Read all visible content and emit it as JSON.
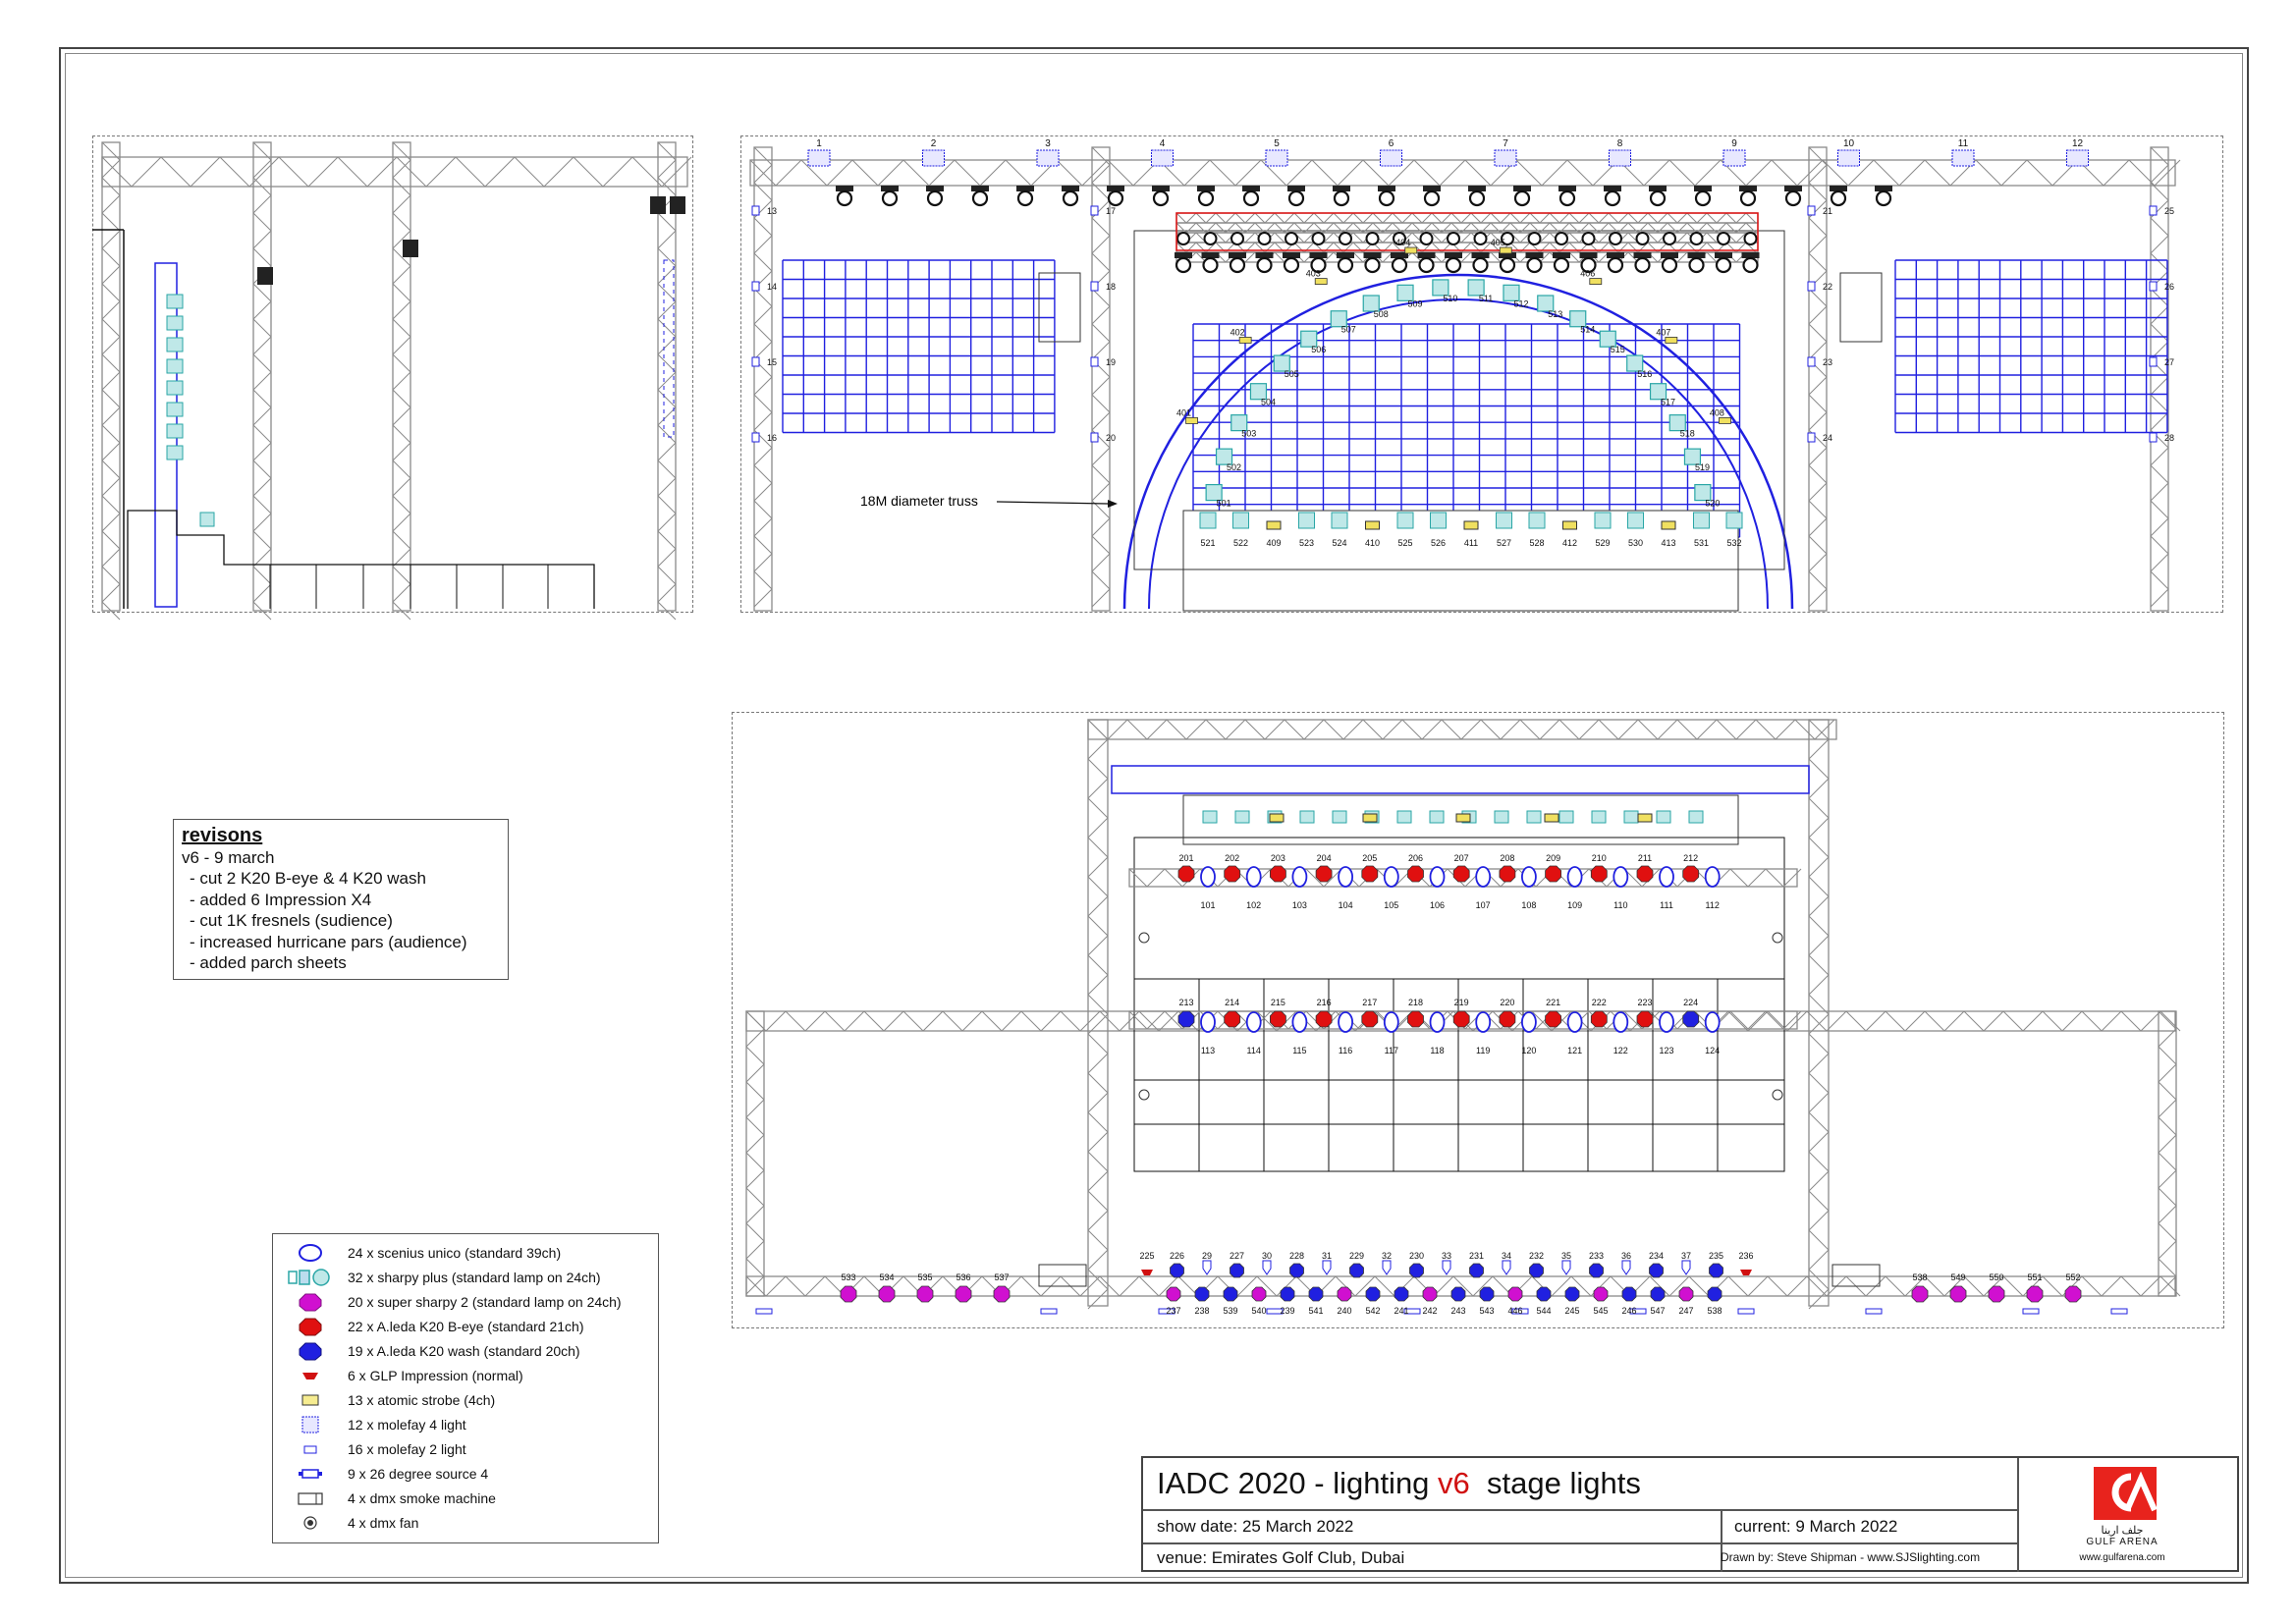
{
  "revisions": {
    "title": "revisons",
    "version": "v6 - 9 march",
    "items": [
      "- cut 2 K20 B-eye & 4 K20 wash",
      "- added 6 Impression X4",
      "- cut 1K fresnels (sudience)",
      "- increased hurricane pars (audience)",
      "- added parch sheets"
    ]
  },
  "legend": [
    {
      "icon": "scenius-unico-icon",
      "label": "24 x scenius unico (standard 39ch)"
    },
    {
      "icon": "sharpy-plus-icon",
      "label": "32 x sharpy plus (standard lamp on 24ch)"
    },
    {
      "icon": "super-sharpy-icon",
      "label": "20 x super sharpy 2 (standard lamp on 24ch)"
    },
    {
      "icon": "k20-beye-icon",
      "label": "22 x A.leda K20 B-eye (standard 21ch)"
    },
    {
      "icon": "k20-wash-icon",
      "label": "19 x A.leda K20 wash (standard 20ch)"
    },
    {
      "icon": "glp-impression-icon",
      "label": "6 x GLP Impression (normal)"
    },
    {
      "icon": "atomic-strobe-icon",
      "label": "13 x atomic strobe (4ch)"
    },
    {
      "icon": "molefay-4-icon",
      "label": "12 x molefay 4 light"
    },
    {
      "icon": "molefay-2-icon",
      "label": "16 x molefay 2 light"
    },
    {
      "icon": "source-4-icon",
      "label": "9 x 26 degree source 4"
    },
    {
      "icon": "smoke-machine-icon",
      "label": "4 x dmx smoke machine"
    },
    {
      "icon": "dmx-fan-icon",
      "label": "4 x dmx fan"
    }
  ],
  "annotation": "18M diameter truss",
  "front_view": {
    "top_molefay_nums": [
      "1",
      "2",
      "3",
      "4",
      "5",
      "6",
      "7",
      "8",
      "9",
      "10",
      "11",
      "12"
    ],
    "left_side_nums": [
      "13",
      "14",
      "15",
      "16"
    ],
    "mid_left_nums": [
      "17",
      "18",
      "19",
      "20"
    ],
    "mid_right_nums": [
      "21",
      "22",
      "23",
      "24"
    ],
    "right_side_nums": [
      "25",
      "26",
      "27",
      "28"
    ],
    "arc_400s": [
      "401",
      "402",
      "403",
      "404",
      "405",
      "406",
      "407",
      "408"
    ],
    "arc_500s": [
      "501",
      "502",
      "503",
      "504",
      "505",
      "506",
      "507",
      "508",
      "509",
      "510",
      "511",
      "512",
      "513",
      "514",
      "515",
      "516",
      "517",
      "518",
      "519",
      "520"
    ],
    "floor_labels": [
      "521",
      "522",
      "409",
      "523",
      "524",
      "410",
      "525",
      "526",
      "411",
      "527",
      "528",
      "412",
      "529",
      "530",
      "413",
      "531",
      "532"
    ]
  },
  "plan_view": {
    "row1_top": [
      "201",
      "202",
      "203",
      "204",
      "205",
      "206",
      "207",
      "208",
      "209",
      "210",
      "211",
      "212"
    ],
    "row1_bottom": [
      "101",
      "102",
      "103",
      "104",
      "105",
      "106",
      "107",
      "108",
      "109",
      "110",
      "111",
      "112"
    ],
    "row2_top": [
      "213",
      "214",
      "215",
      "216",
      "217",
      "218",
      "219",
      "220",
      "221",
      "222",
      "223",
      "224"
    ],
    "row2_bottom": [
      "113",
      "114",
      "115",
      "116",
      "117",
      "118",
      "119",
      "120",
      "121",
      "122",
      "123",
      "124"
    ],
    "front_left": [
      "533",
      "534",
      "535",
      "536",
      "537"
    ],
    "front_right": [
      "538",
      "549",
      "550",
      "551",
      "552"
    ],
    "front_top": [
      "225",
      "226",
      "29",
      "227",
      "30",
      "228",
      "31",
      "229",
      "32",
      "230",
      "33",
      "231",
      "34",
      "232",
      "35",
      "233",
      "36",
      "234",
      "37",
      "235",
      "236"
    ],
    "front_bottom": [
      "237",
      "238",
      "539",
      "540",
      "239",
      "541",
      "240",
      "542",
      "241",
      "242",
      "243",
      "543",
      "446",
      "544",
      "245",
      "545",
      "246",
      "547",
      "247",
      "538"
    ]
  },
  "title_block": {
    "title_prefix": "IADC 2020 - lighting ",
    "title_version": "v6",
    "title_suffix": "  stage lights",
    "show_date": "show date: 25 March 2022",
    "current": "current: 9 March 2022",
    "venue": "venue: Emirates Golf Club, Dubai",
    "drawn_by": "Drawn by: Steve Shipman - www.SJSlighting.com",
    "logo_arabic": "جلف ارينا",
    "logo_name": "GULF ARENA",
    "logo_url": "www.gulfarena.com"
  },
  "colors": {
    "truss": "#8a8a8a",
    "blue": "#2020e0",
    "red": "#e01010",
    "cyan": "#2aa6a6",
    "magenta": "#d010d0",
    "yellow": "#f0e060"
  }
}
